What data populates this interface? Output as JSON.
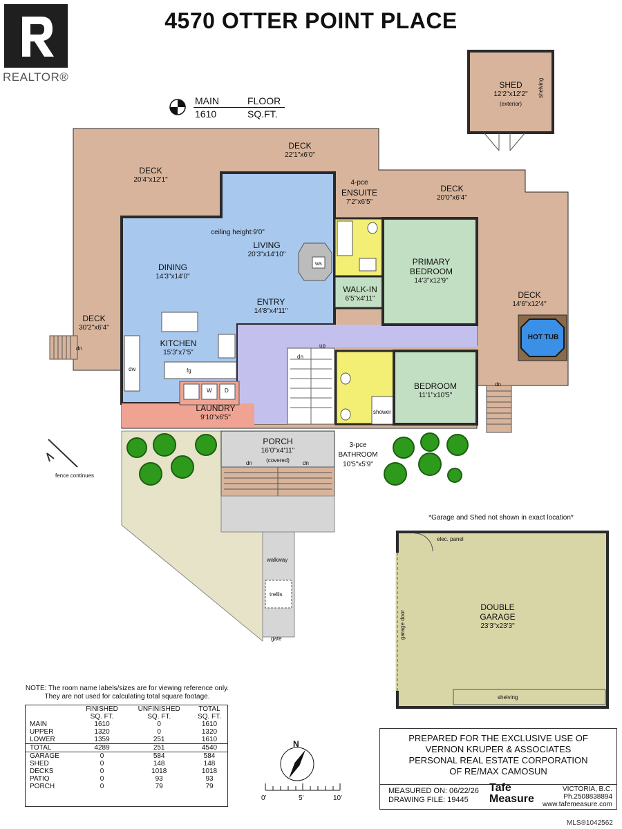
{
  "title": "4570 OTTER POINT PLACE",
  "logo": {
    "text": "REALTOR®"
  },
  "floor_label": {
    "line1a": "MAIN",
    "line1b": "FLOOR",
    "line2a": "1610",
    "line2b": "SQ.FT."
  },
  "rooms": {
    "deck_top": {
      "name": "DECK",
      "size": "22'1\"x6'0\""
    },
    "deck_left": {
      "name": "DECK",
      "size": "20'4\"x12'1\""
    },
    "deck_right": {
      "name": "DECK",
      "size": "20'0\"x6'4\""
    },
    "deck_far_right": {
      "name": "DECK",
      "size": "14'6\"x12'4\""
    },
    "deck_west": {
      "name": "DECK",
      "size": "30'2\"x6'4\""
    },
    "ensuite": {
      "name1": "4-pce",
      "name2": "ENSUITE",
      "size": "7'2\"x6'5\""
    },
    "living": {
      "note": "ceiling height:9'0\"",
      "name": "LIVING",
      "size": "20'3\"x14'10\""
    },
    "dining": {
      "name": "DINING",
      "size": "14'3\"x14'0\""
    },
    "primary": {
      "name1": "PRIMARY",
      "name2": "BEDROOM",
      "size": "14'3\"x12'9\""
    },
    "walkin": {
      "name": "WALK-IN",
      "size": "6'5\"x4'11\""
    },
    "entry": {
      "name": "ENTRY",
      "size": "14'8\"x4'11\""
    },
    "kitchen": {
      "name": "KITCHEN",
      "size": "15'3\"x7'5\""
    },
    "bedroom": {
      "name": "BEDROOM",
      "size": "11'1\"x10'5\""
    },
    "laundry": {
      "name": "LAUNDRY",
      "size": "9'10\"x6'5\""
    },
    "porch": {
      "name": "PORCH",
      "size": "16'0\"x4'11\"",
      "note": "(covered)"
    },
    "bathroom": {
      "name1": "3-pce",
      "name2": "BATHROOM",
      "size": "10'5\"x5'9\""
    },
    "shed": {
      "name": "SHED",
      "size": "12'2\"x12'2\"",
      "note": "(exterior)",
      "shelving": "shelving"
    },
    "garage": {
      "name1": "DOUBLE",
      "name2": "GARAGE",
      "size": "23'3\"x23'3\"",
      "door": "garage door",
      "panel": "elec. panel",
      "shelving": "shelving"
    }
  },
  "fixtures": {
    "hot_tub": "HOT TUB",
    "ws": "ws",
    "dw": "dw",
    "fg": "fg",
    "w": "W",
    "d": "D",
    "shower": "shower",
    "dn": "dn",
    "up": "up",
    "fence": "fence continues",
    "walkway": "walkway",
    "trellis": "trellis",
    "gate": "gate"
  },
  "garage_note": "*Garage and Shed not shown in exact location*",
  "note": [
    "NOTE: The room name labels/sizes are for viewing reference only.",
    "They are not used for calculating total square footage."
  ],
  "table": {
    "headers": [
      [
        "",
        "FINISHED",
        "UNFINISHED",
        "TOTAL"
      ],
      [
        "",
        "SQ. FT.",
        "SQ. FT.",
        "SQ. FT."
      ]
    ],
    "rows": [
      [
        "MAIN",
        "1610",
        "0",
        "1610"
      ],
      [
        "UPPER",
        "1320",
        "0",
        "1320"
      ],
      [
        "LOWER",
        "1359",
        "251",
        "1610"
      ],
      [
        "TOTAL",
        "4289",
        "251",
        "4540"
      ],
      [
        "GARAGE",
        "0",
        "584",
        "584"
      ],
      [
        "SHED",
        "0",
        "148",
        "148"
      ],
      [
        "DECKS",
        "0",
        "1018",
        "1018"
      ],
      [
        "PATIO",
        "0",
        "93",
        "93"
      ],
      [
        "PORCH",
        "0",
        "79",
        "79"
      ]
    ]
  },
  "compass": {
    "n": "N"
  },
  "scale": {
    "labels": [
      "0'",
      "5'",
      "10'"
    ]
  },
  "prepared": {
    "lines": [
      "PREPARED FOR THE EXCLUSIVE USE OF",
      "VERNON KRUPER & ASSOCIATES",
      "PERSONAL REAL ESTATE CORPORATION",
      "OF RE/MAX CAMOSUN"
    ],
    "measured_label": "MEASURED ON:",
    "measured_value": "06/22/26",
    "drawing_label": "DRAWING FILE:",
    "drawing_value": "19445",
    "brand_top": "Tafe",
    "brand_bottom": "Measure",
    "city": "VICTORIA, B.C.",
    "phone": "Ph.2508838894",
    "web": "www.tafemeasure.com"
  },
  "mls": "MLS®1042562",
  "colors": {
    "deck": "#d7b49b",
    "living": "#a8c8ee",
    "bedroom": "#c2dfc3",
    "bath": "#f2ef74",
    "entry": "#c4c0ee",
    "laundry": "#f0a393",
    "porch": "#d6d6d6",
    "garage": "#d8d5a6",
    "tree": "#2e9a1c"
  }
}
